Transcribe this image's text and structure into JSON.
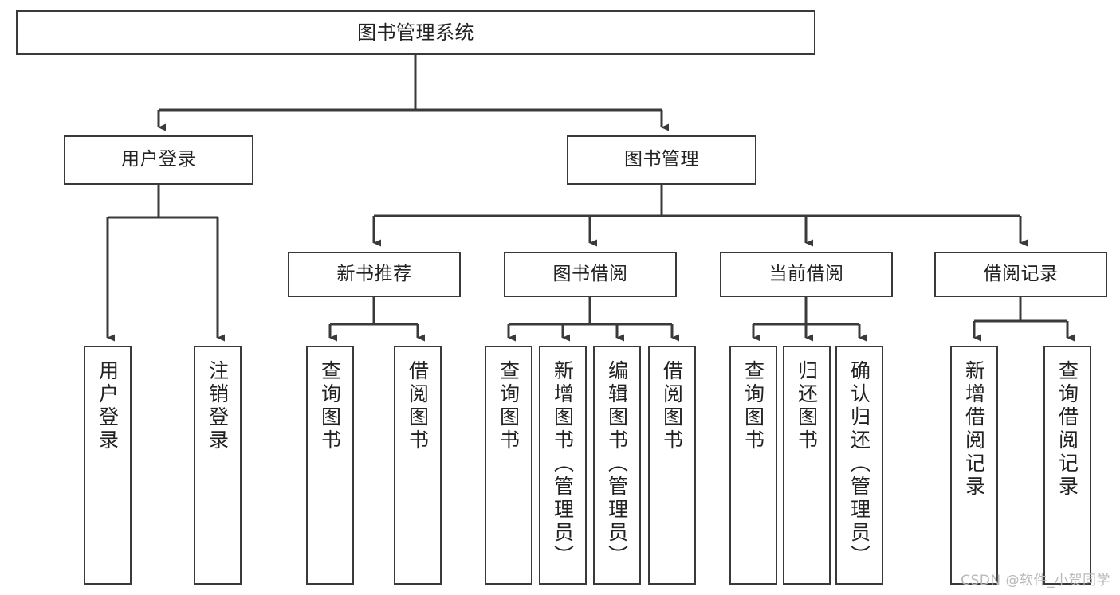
{
  "diagram": {
    "title": "图书管理系统",
    "watermark": "CSDN @软件_小贺同学",
    "line_color": "#3a3a3a",
    "text_color": "#222222",
    "background": "#ffffff",
    "levels": {
      "root": {
        "label": "图书管理系统"
      },
      "level2": [
        {
          "id": "user-login",
          "label": "用户登录"
        },
        {
          "id": "book-management",
          "label": "图书管理"
        }
      ],
      "level3": [
        {
          "id": "new-book-recommend",
          "label": "新书推荐"
        },
        {
          "id": "book-borrow",
          "label": "图书借阅"
        },
        {
          "id": "current-borrow",
          "label": "当前借阅"
        },
        {
          "id": "borrow-record",
          "label": "借阅记录"
        }
      ],
      "leaves": {
        "user_login": [
          {
            "id": "leaf-user-login",
            "label": "用户登录"
          },
          {
            "id": "leaf-logout-login",
            "label": "注销登录"
          }
        ],
        "new_book_recommend": [
          {
            "id": "leaf-query-book-1",
            "label": "查询图书"
          },
          {
            "id": "leaf-borrow-book-1",
            "label": "借阅图书"
          }
        ],
        "book_borrow": [
          {
            "id": "leaf-query-book-2",
            "label": "查询图书"
          },
          {
            "id": "leaf-add-book",
            "label": "新增图书（管理员）"
          },
          {
            "id": "leaf-edit-book",
            "label": "编辑图书（管理员）"
          },
          {
            "id": "leaf-borrow-book-2",
            "label": "借阅图书"
          }
        ],
        "current_borrow": [
          {
            "id": "leaf-query-book-3",
            "label": "查询图书"
          },
          {
            "id": "leaf-return-book",
            "label": "归还图书"
          },
          {
            "id": "leaf-confirm-return",
            "label": "确认归还（管理员）"
          }
        ],
        "borrow_record": [
          {
            "id": "leaf-add-borrow-record",
            "label": "新增借阅记录"
          },
          {
            "id": "leaf-query-borrow-record",
            "label": "查询借阅记录"
          }
        ]
      }
    }
  }
}
